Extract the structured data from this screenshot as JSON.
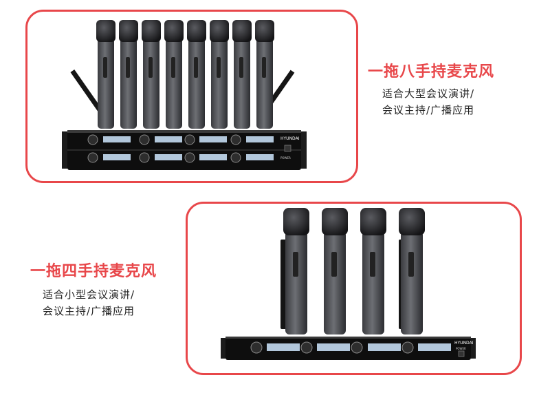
{
  "top_card": {
    "heading": "一拖八手持麦克风",
    "desc_line1": "适合大型会议演讲/",
    "desc_line2": "会议主持/广播应用",
    "brand_text": "HYUNDAI",
    "power_label": "POWER",
    "mic_count": 8
  },
  "bottom_card": {
    "heading": "一拖四手持麦克风",
    "desc_line1": "适合小型会议演讲/",
    "desc_line2": "会议主持/广播应用",
    "brand_text": "HYUNDAI",
    "power_label": "POWER",
    "mic_count": 4
  },
  "colors": {
    "accent": "#e8474a",
    "receiver_body": "#111111",
    "lcd": "#cfe8ff"
  }
}
